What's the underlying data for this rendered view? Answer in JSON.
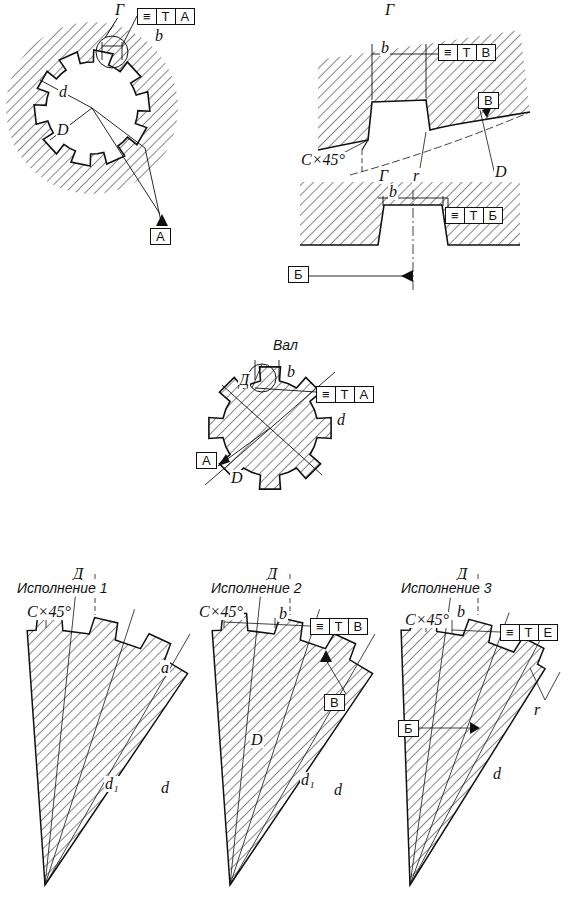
{
  "diagram": {
    "nodes": [
      {
        "text": [
          "≡",
          "T",
          "A"
        ]
      },
      {
        "text": [
          "A"
        ]
      },
      {
        "text": [
          "≡",
          "T",
          "В"
        ]
      },
      {
        "text": [
          "В"
        ]
      },
      {
        "text": [
          "≡",
          "T",
          "Б"
        ]
      },
      {
        "text": [
          "Б"
        ]
      },
      {
        "text": [
          "≡",
          "T",
          "A"
        ]
      },
      {
        "text": [
          "A"
        ]
      },
      {
        "text": [
          "≡",
          "T",
          "В"
        ]
      },
      {
        "text": [
          "В"
        ]
      },
      {
        "text": [
          "≡",
          "T",
          "Е"
        ]
      },
      {
        "text": [
          "Б"
        ]
      }
    ],
    "labels": [
      "Г",
      "b",
      "d",
      "D",
      "Г",
      "b",
      "C×45°",
      "r",
      "D",
      "Г",
      "b",
      "Вал",
      "Д",
      "b",
      "d",
      "D",
      "Д",
      "Исполнение 1",
      "C×45°",
      "a",
      "d₁",
      "d",
      "Д",
      "Исполнение 2",
      "C×45°",
      "b",
      "D",
      "d₁",
      "d",
      "Д",
      "Исполнение 3",
      "C×45°",
      "b",
      "r",
      "d"
    ]
  }
}
